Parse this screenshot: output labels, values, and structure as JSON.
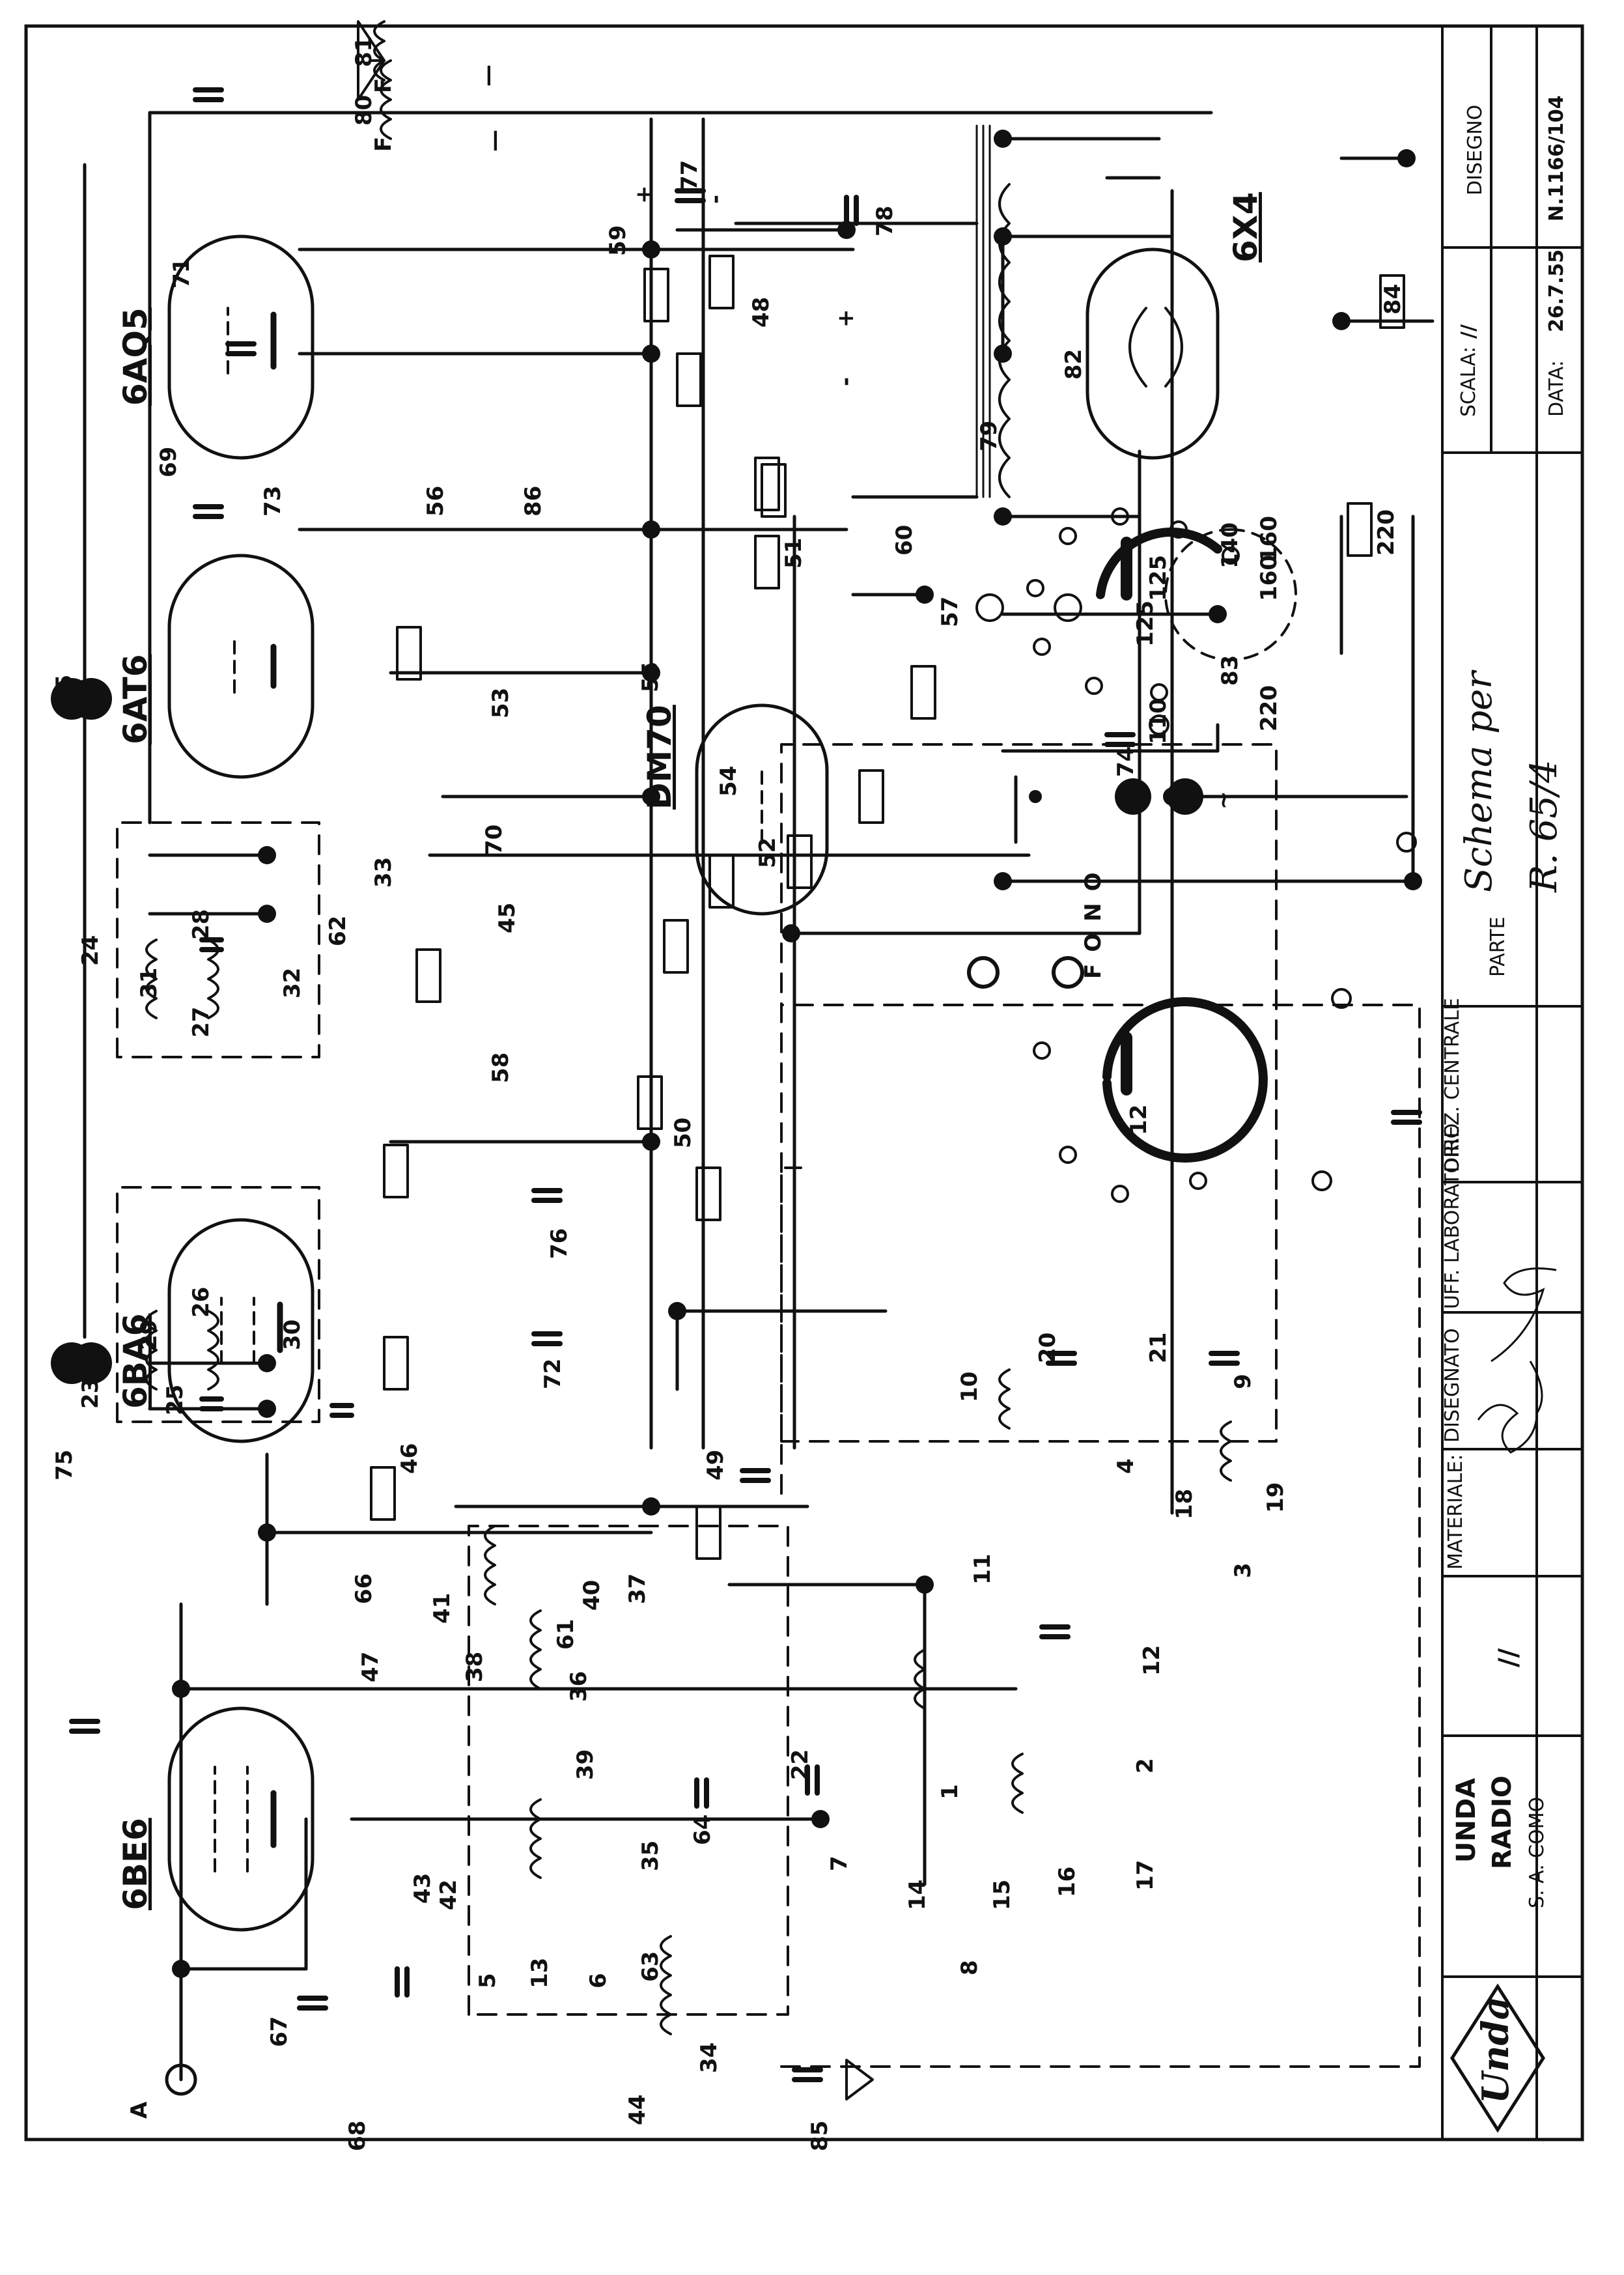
{
  "tubes": {
    "v1": "6BE6",
    "v2": "6BA6",
    "v3": "6AT6",
    "v4": "6AQ5",
    "v5": "DM70",
    "v6": "6X4"
  },
  "labels": {
    "antenna": "A",
    "fono": "FONO",
    "mains_symbol": "~",
    "f_upper": "F",
    "f_lower": "F",
    "minus_upper": "—",
    "minus_lower": "—",
    "c77_plus": "+",
    "c77_minus": "-",
    "c78_plus": "+",
    "c78_minus": "-"
  },
  "component_labels": [
    "1",
    "2",
    "3",
    "4",
    "5",
    "6",
    "7",
    "8",
    "9",
    "10",
    "11",
    "12",
    "12",
    "13",
    "14",
    "15",
    "16",
    "17",
    "18",
    "19",
    "20",
    "21",
    "22",
    "23",
    "24",
    "25",
    "26",
    "27",
    "28",
    "29",
    "30",
    "31",
    "32",
    "33",
    "34",
    "35",
    "36",
    "37",
    "38",
    "39",
    "40",
    "41",
    "42",
    "43",
    "44",
    "45",
    "46",
    "47",
    "48",
    "49",
    "50",
    "51",
    "52",
    "53",
    "54",
    "55",
    "56",
    "57",
    "58",
    "59",
    "60",
    "61",
    "62",
    "63",
    "64",
    "65",
    "66",
    "67",
    "68",
    "69",
    "70",
    "71",
    "72",
    "73",
    "74",
    "75",
    "76",
    "77",
    "78",
    "79",
    "80",
    "81",
    "82",
    "83",
    "84",
    "85",
    "86",
    "110",
    "125",
    "125",
    "140",
    "160",
    "160",
    "220",
    "220"
  ],
  "title_block": {
    "company_line1": "UNDA",
    "company_line2": "RADIO",
    "company_line3": "S. A. COMO",
    "logo_text": "Unda",
    "materiale_label": "MATERIALE:",
    "materiale_value": "//",
    "disegnato_label": "DISEGNATO",
    "uff_lab_label": "UFF. LABORATORIO",
    "direz_label": "DIREZ. CENTRALE",
    "parte_label": "PARTE",
    "parte_value_line1": "Schema per",
    "parte_value_line2": "R. 65/4",
    "scala_label": "SCALA:",
    "scala_value": "//",
    "data_label": "DATA:",
    "data_value": "26.7.55",
    "disegno_label": "DISEGNO",
    "disegno_value": "N.1166/104"
  }
}
